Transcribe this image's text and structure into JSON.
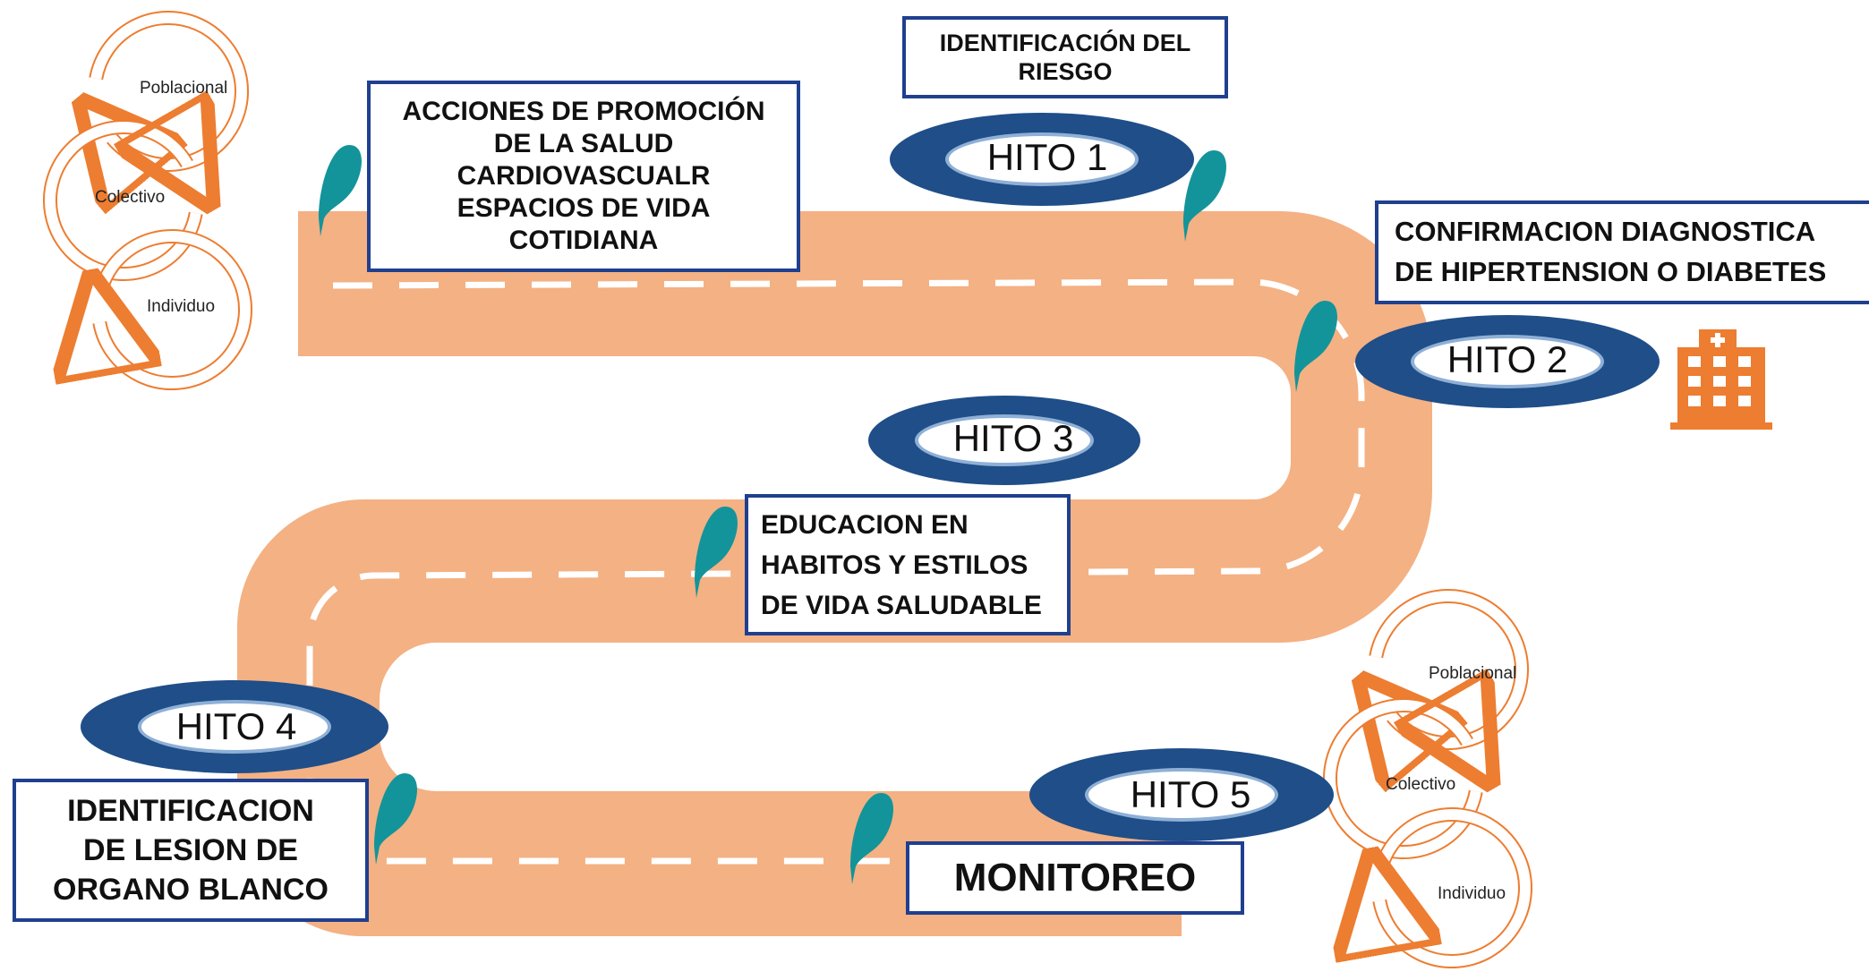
{
  "colors": {
    "road": "#f4b183",
    "dash": "#ffffff",
    "milestone_ring": "#1f4e89",
    "box_border": "#1f3f8f",
    "pin": "#13949a",
    "cycle_arrow": "#ed7d31",
    "hospital": "#ed7d31"
  },
  "milestones": [
    {
      "label": "HITO 1"
    },
    {
      "label": "HITO 2"
    },
    {
      "label": "HITO 3"
    },
    {
      "label": "HITO 4"
    },
    {
      "label": "HITO 5"
    }
  ],
  "boxes": {
    "promocion": "ACCIONES DE PROMOCIÓN\nDE LA SALUD\nCARDIOVASCUALR\nESPACIOS DE VIDA\nCOTIDIANA",
    "riesgo": "IDENTIFICACIÓN DEL\nRIESGO",
    "diagnostico": "CONFIRMACION DIAGNOSTICA\nDE HIPERTENSION O DIABETES",
    "educacion": "EDUCACION EN\nHABITOS Y ESTILOS\nDE VIDA SALUDABLE",
    "lesion": "IDENTIFICACION\nDE LESION DE\nORGANO BLANCO",
    "monitoreo": "MONITOREO"
  },
  "cycles": [
    {
      "levels": [
        "Poblacional",
        "Colectivo",
        "Individuo"
      ]
    },
    {
      "levels": [
        "Poblacional",
        "Colectivo",
        "Individuo"
      ]
    }
  ],
  "icons": {
    "pin": "map-pin-icon",
    "hospital": "hospital-icon",
    "cycle_arrow": "curved-arrow-icon"
  }
}
